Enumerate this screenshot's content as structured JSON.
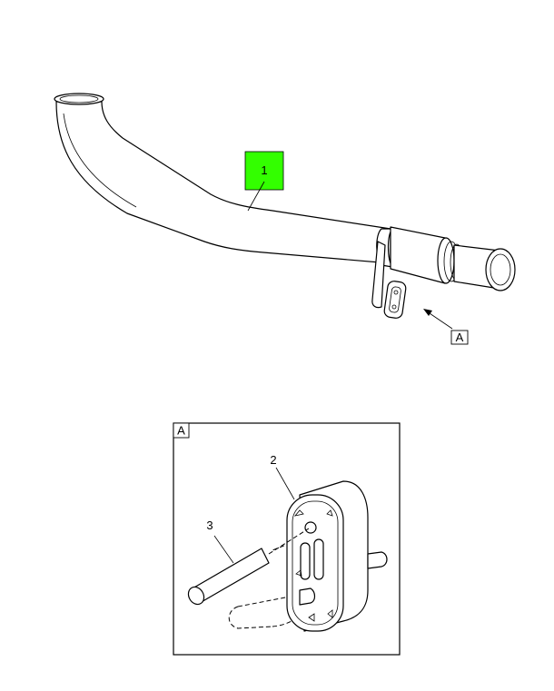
{
  "callouts": {
    "part1": "1",
    "part2": "2",
    "part3": "3"
  },
  "view": {
    "ref_label": "A",
    "box_label": "A"
  },
  "colors": {
    "highlight": "#33ff00",
    "line": "#000000",
    "background": "#ffffff"
  }
}
